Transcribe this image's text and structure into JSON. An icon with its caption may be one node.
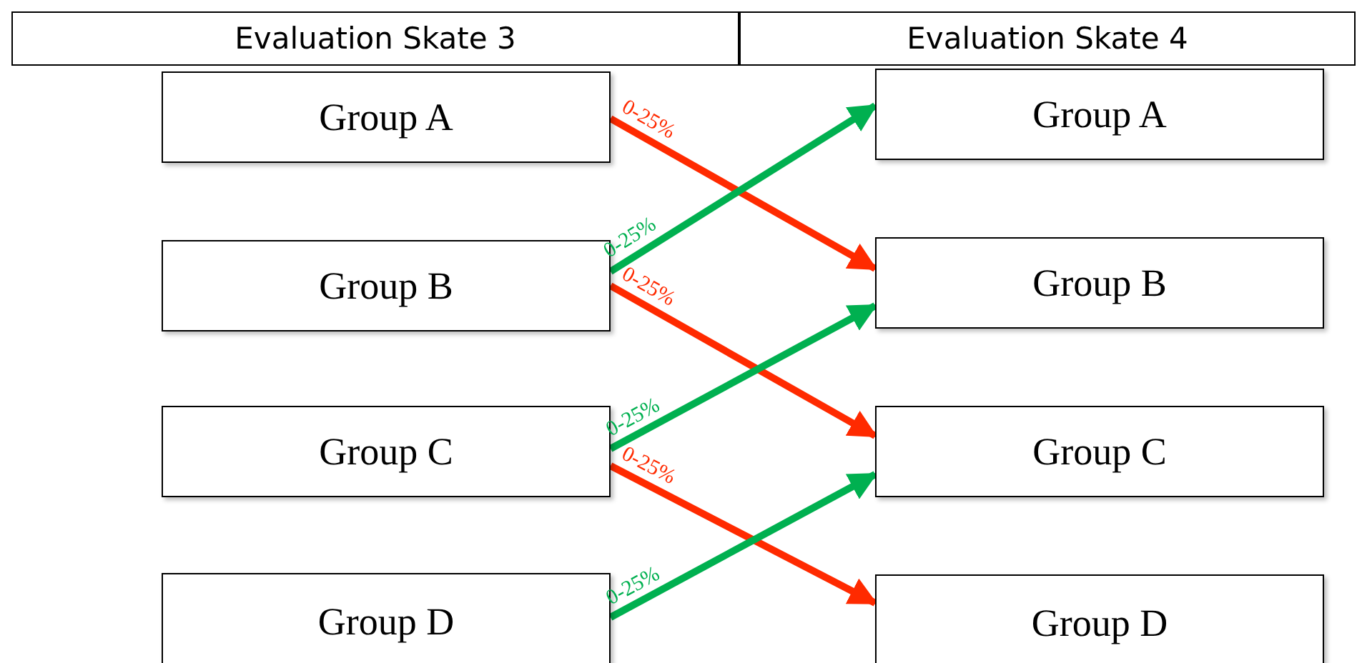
{
  "diagram": {
    "nodes": [
      {
        "text": [
          "Evaluation Skate 3"
        ]
      },
      {
        "text": [
          "Evaluation Skate 4"
        ]
      },
      {
        "text": [
          "Group A"
        ]
      },
      {
        "text": [
          "Group B"
        ]
      },
      {
        "text": [
          "Group C"
        ]
      },
      {
        "text": [
          "Group D"
        ]
      },
      {
        "text": [
          "Group A"
        ]
      },
      {
        "text": [
          "Group B"
        ]
      },
      {
        "text": [
          "Group C"
        ]
      },
      {
        "text": [
          "Group D"
        ]
      }
    ],
    "edges": [
      {
        "from": 2,
        "to": 7,
        "arrow": "to",
        "label": "0-25%",
        "color": "#ff2a00"
      },
      {
        "from": 3,
        "to": 6,
        "arrow": "to",
        "label": "0-25%",
        "color": "#00b050"
      },
      {
        "from": 3,
        "to": 8,
        "arrow": "to",
        "label": "0-25%",
        "color": "#ff2a00"
      },
      {
        "from": 4,
        "to": 7,
        "arrow": "to",
        "label": "0-25%",
        "color": "#00b050"
      },
      {
        "from": 4,
        "to": 9,
        "arrow": "to",
        "label": "0-25%",
        "color": "#ff2a00"
      },
      {
        "from": 5,
        "to": 8,
        "arrow": "to",
        "label": "0-25%",
        "color": "#00b050"
      }
    ]
  }
}
